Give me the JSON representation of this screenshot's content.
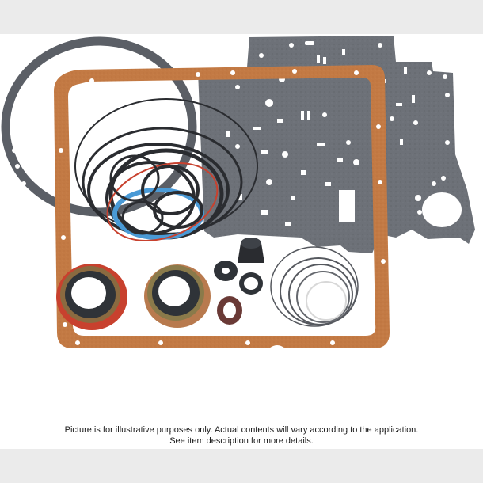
{
  "image": {
    "subject": "Transmission overhaul gasket and seal kit",
    "components": [
      "gray-valve-body-separator-gasket",
      "cork-oil-pan-gasket",
      "gray-pump-gasket-ring",
      "black-o-rings",
      "blue-o-ring",
      "red-seal-ring",
      "front-oil-seal-red",
      "rear-oil-seal",
      "small-rubber-seals",
      "splined-seal",
      "sealing-rings"
    ],
    "colors": {
      "background_band": "#ebebeb",
      "background": "#ffffff",
      "cork_gasket": "#c37a44",
      "gray_gasket": "#6d7178",
      "rubber": "#2a2c30",
      "blue_ring": "#4a9ad6",
      "red_seal": "#c8412e"
    }
  },
  "caption": {
    "line1": "Picture is for illustrative purposes only.  Actual contents will vary according to the application.",
    "line2": "See item description for more details."
  }
}
